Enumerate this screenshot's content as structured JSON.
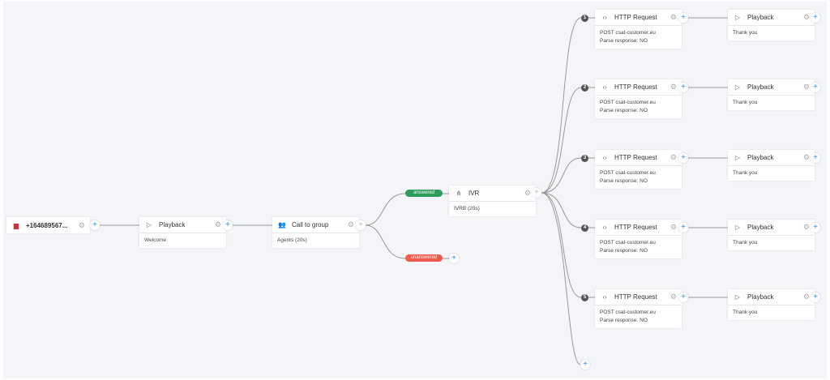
{
  "start": {
    "number": "+164689567...",
    "flag": "us-flag-icon"
  },
  "playback1": {
    "title": "Playback",
    "body": "Welcome"
  },
  "call_group": {
    "title": "Call to group",
    "body": "Agents (20s)"
  },
  "answered_label": "answered",
  "unanswered_label": "unanswered",
  "ivr": {
    "title": "IVR",
    "body": "IVRB (20s)"
  },
  "branches": [
    {
      "num": "1",
      "http_title": "HTTP Request",
      "http_line1": "POST csat-customer.eu",
      "http_line2": "Parse response: NO",
      "pb_title": "Playback",
      "pb_body": "Thank you"
    },
    {
      "num": "2",
      "http_title": "HTTP Request",
      "http_line1": "POST csat-customer.eu",
      "http_line2": "Parse response: NO",
      "pb_title": "Playback",
      "pb_body": "Thank you"
    },
    {
      "num": "3",
      "http_title": "HTTP Request",
      "http_line1": "POST csat-customer.eu",
      "http_line2": "Parse response: NO",
      "pb_title": "Playback",
      "pb_body": "Thank you"
    },
    {
      "num": "4",
      "http_title": "HTTP Request",
      "http_line1": "POST csat-customer.eu",
      "http_line2": "Parse response: NO",
      "pb_title": "Playback",
      "pb_body": "Thank you"
    },
    {
      "num": "5",
      "http_title": "HTTP Request",
      "http_line1": "POST csat-customer.eu",
      "http_line2": "Parse response: NO",
      "pb_title": "Playback",
      "pb_body": "Thank you"
    }
  ],
  "colors": {
    "answered": "#2e9e5e",
    "unanswered": "#ef5a4a",
    "accent": "#2196f3"
  }
}
